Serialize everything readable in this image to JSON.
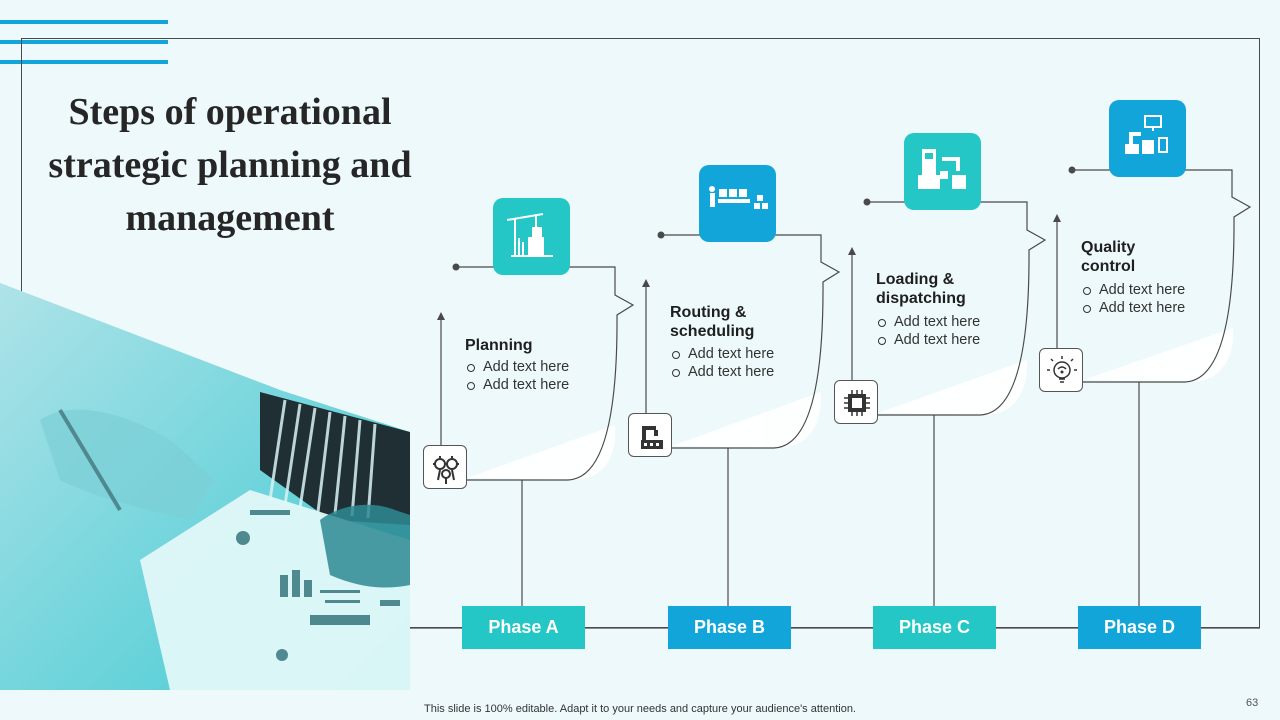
{
  "title": "Steps of operational strategic planning and management",
  "colors": {
    "accent_blue": "#12a5d9",
    "accent_teal": "#24c6c6",
    "line": "#4a4a4a"
  },
  "steps": [
    {
      "title": "Planning",
      "bullets": [
        "Add text here",
        "Add text here"
      ],
      "tile_icon": "crane-factory-icon",
      "small_icon": "gears-icon"
    },
    {
      "title": "Routing & scheduling",
      "bullets": [
        "Add text here",
        "Add text here"
      ],
      "tile_icon": "conveyor-worker-icon",
      "small_icon": "robot-machine-icon"
    },
    {
      "title": "Loading & dispatching",
      "bullets": [
        "Add text here",
        "Add text here"
      ],
      "tile_icon": "loading-crane-icon",
      "small_icon": "microchip-icon"
    },
    {
      "title": "Quality control",
      "bullets": [
        "Add text here",
        "Add text here"
      ],
      "tile_icon": "monitoring-robot-icon",
      "small_icon": "smart-bulb-icon"
    }
  ],
  "phases": [
    "Phase A",
    "Phase B",
    "Phase C",
    "Phase D"
  ],
  "footer": "This slide is 100% editable. Adapt it to your needs and capture your audience's attention.",
  "page_number": "63"
}
